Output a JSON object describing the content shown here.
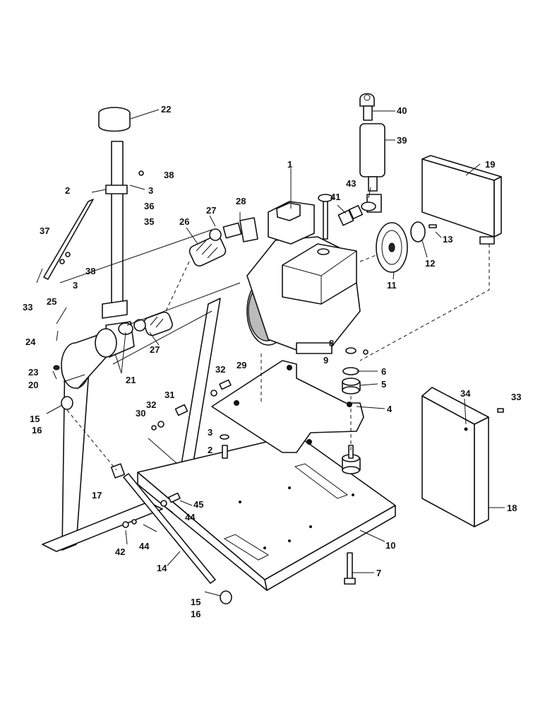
{
  "callouts": {
    "c1": "1",
    "c2a": "2",
    "c2b": "2",
    "c3a": "3",
    "c3b": "3",
    "c3c": "3",
    "c4": "4",
    "c5": "5",
    "c6": "6",
    "c7": "7",
    "c8": "8",
    "c9": "9",
    "c10": "10",
    "c11": "11",
    "c12": "12",
    "c13": "13",
    "c14": "14",
    "c15a": "15",
    "c15b": "15",
    "c16a": "16",
    "c16b": "16",
    "c17": "17",
    "c18": "18",
    "c19": "19",
    "c20": "20",
    "c21": "21",
    "c22": "22",
    "c23": "23",
    "c24": "24",
    "c25": "25",
    "c26": "26",
    "c27a": "27",
    "c27b": "27",
    "c28": "28",
    "c29": "29",
    "c30": "30",
    "c31": "31",
    "c32a": "32",
    "c32b": "32",
    "c33a": "33",
    "c33b": "33",
    "c34": "34",
    "c35": "35",
    "c36": "36",
    "c37": "37",
    "c38a": "38",
    "c38b": "38",
    "c39": "39",
    "c40": "40",
    "c41": "41",
    "c42": "42",
    "c43": "43",
    "c44a": "44",
    "c44b": "44",
    "c45": "45"
  }
}
